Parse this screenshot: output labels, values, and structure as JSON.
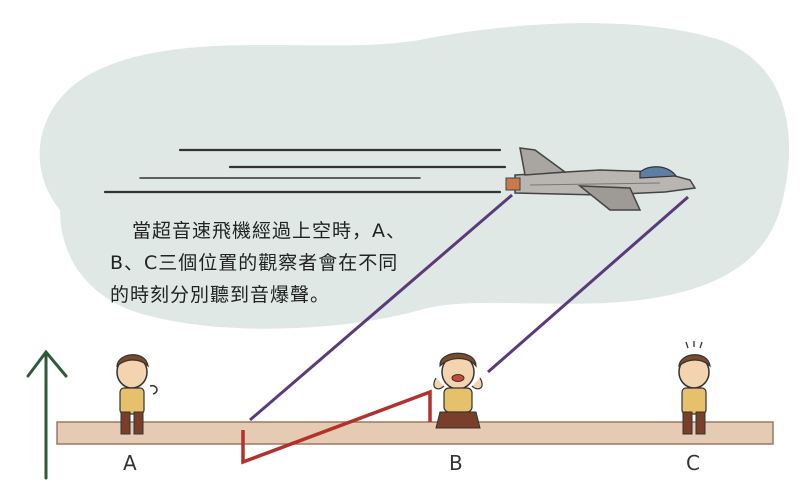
{
  "caption": {
    "lines": [
      "當超音速飛機經過上空時，A、",
      "B、C三個位置的觀察者會在不同",
      "的時刻分別聽到音爆聲。"
    ]
  },
  "observers": {
    "a": "A",
    "b": "B",
    "c": "C"
  },
  "colors": {
    "cloud": "#dfe8e4",
    "ground": "#e6cbb4",
    "shockwave": "#5b3a78",
    "pressure_wave": "#b3312b",
    "arrow": "#2f5a3a",
    "jet": "#b9b5b0"
  }
}
